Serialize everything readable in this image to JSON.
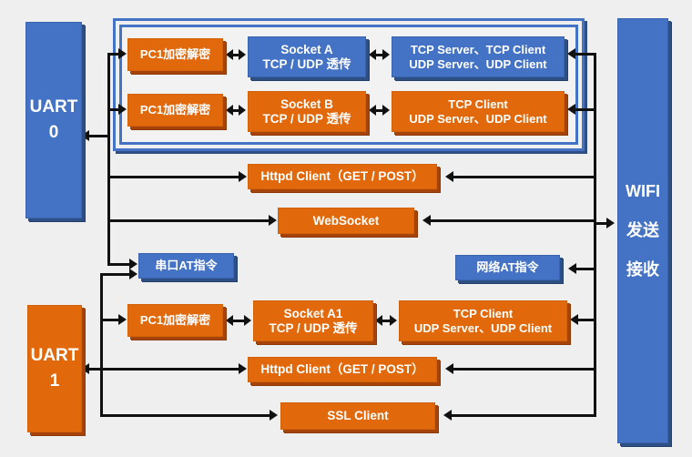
{
  "diagram": {
    "title": "UART / WIFI data path block diagram",
    "colors": {
      "blue": "#4472c4",
      "orange": "#e2690b",
      "background": "#efefef",
      "line": "#111111"
    },
    "endpoints": {
      "uart0": {
        "line1": "UART",
        "line2": "0"
      },
      "uart1": {
        "line1": "UART",
        "line2": "1"
      },
      "wifi": {
        "line1": "WIFI",
        "line2": "发送",
        "line3": "接收"
      }
    },
    "group_uart0_sockets": {
      "rows": [
        {
          "crypto": "PC1加密解密",
          "socket_l1": "Socket A",
          "socket_l2": "TCP / UDP 透传",
          "net_l1": "TCP Server、TCP Client",
          "net_l2": "UDP Server、UDP Client",
          "crypto_color": "orange",
          "socket_color": "blue",
          "net_color": "blue"
        },
        {
          "crypto": "PC1加密解密",
          "socket_l1": "Socket B",
          "socket_l2": "TCP / UDP 透传",
          "net_l1": "TCP Client",
          "net_l2": "UDP Server、UDP Client",
          "crypto_color": "orange",
          "socket_color": "orange",
          "net_color": "orange"
        }
      ]
    },
    "uart0_services": [
      {
        "label": "Httpd Client（GET / POST）",
        "color": "orange"
      },
      {
        "label": "WebSocket",
        "color": "orange"
      }
    ],
    "at_commands": {
      "serial": "串口AT指令",
      "network": "网络AT指令"
    },
    "uart1_row": {
      "crypto": "PC1加密解密",
      "socket_l1": "Socket A1",
      "socket_l2": "TCP / UDP 透传",
      "net_l1": "TCP Client",
      "net_l2": "UDP Server、UDP Client"
    },
    "uart1_services": [
      {
        "label": "Httpd Client（GET / POST）",
        "color": "orange"
      },
      {
        "label": "SSL Client",
        "color": "orange"
      }
    ]
  }
}
